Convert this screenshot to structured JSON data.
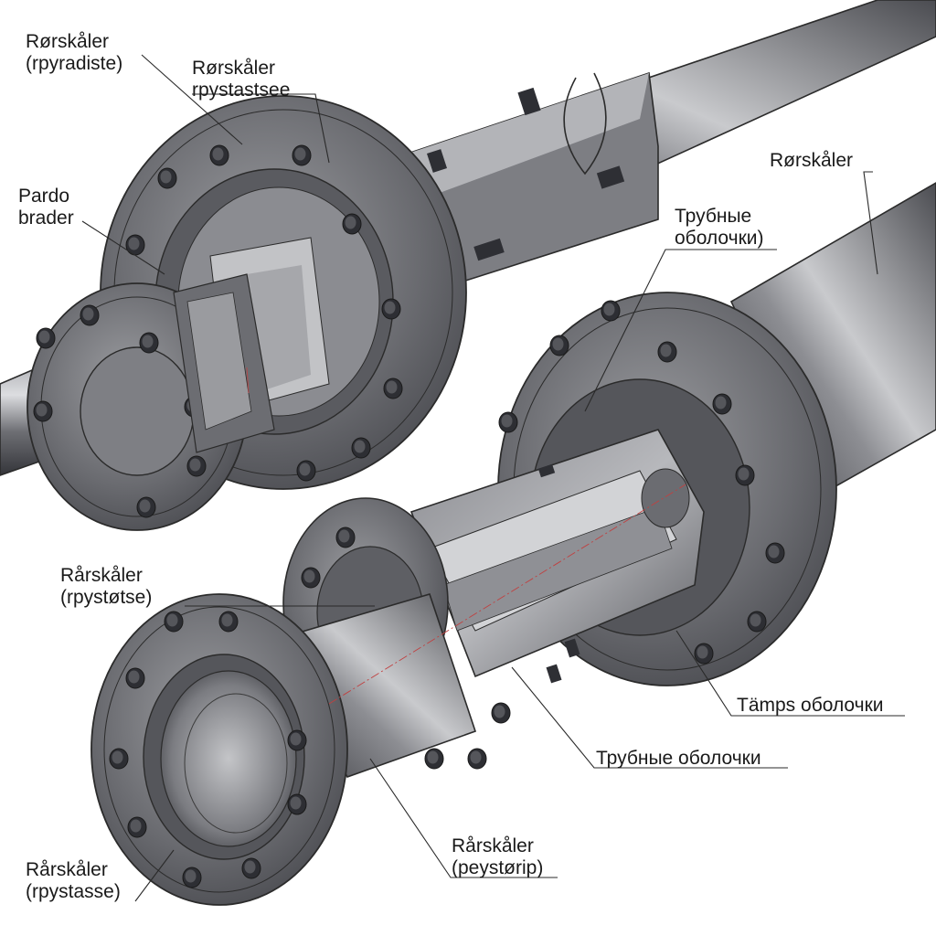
{
  "labels": {
    "top_left": {
      "line1": "Rørskåler",
      "line2": "(rpyradiste)"
    },
    "top_mid": {
      "line1": "Rørskåler",
      "line2": "rpystastsee"
    },
    "left_mid": {
      "line1": "Pardo",
      "line2": "brader"
    },
    "right_top": {
      "line1": "Rørskåler"
    },
    "right_ru": {
      "line1": "Трубные",
      "line2": "оболочки)"
    },
    "left_lower": {
      "line1": "Rårskåler",
      "line2": "(rpystøtse)"
    },
    "right_lower": {
      "line1": "Tämps оболочки"
    },
    "bottom_mid": {
      "line1": "Трубные оболочки"
    },
    "bottom_center": {
      "line1": "Rårskåler",
      "line2": "(peystørip)"
    },
    "bottom_left": {
      "line1": "Rårskåler",
      "line2": "(rpystasse)"
    }
  },
  "colors": {
    "metal_dark": "#3e3f43",
    "metal_mid": "#6d6e73",
    "metal_light": "#a9aaae",
    "highlight": "#d4d5d8",
    "axis_line": "#c04040"
  }
}
